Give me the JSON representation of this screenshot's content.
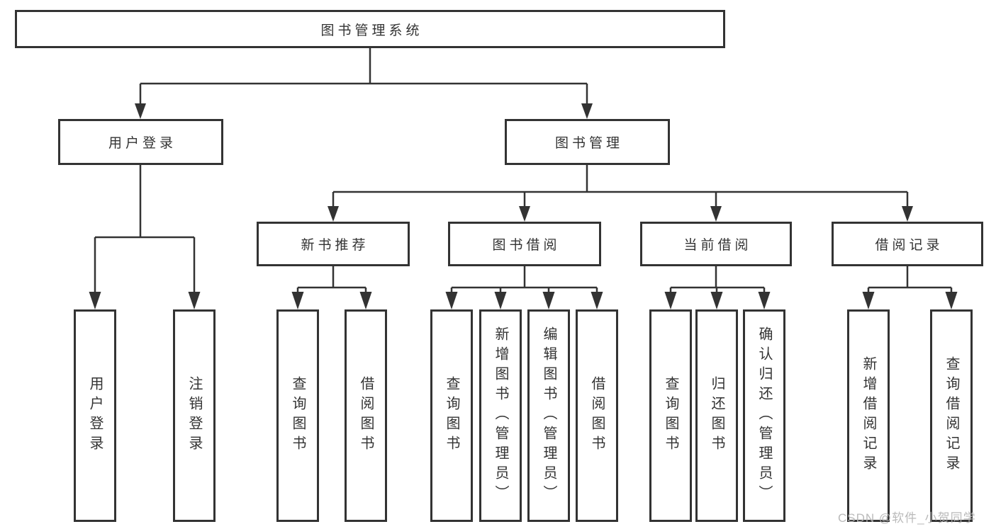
{
  "diagram": {
    "root": {
      "label": "图书管理系统"
    },
    "level2": [
      {
        "id": "user-login",
        "label": "用户登录"
      },
      {
        "id": "book-management",
        "label": "图书管理"
      }
    ],
    "level3": [
      {
        "id": "new-book-recommend",
        "label": "新书推荐",
        "parent": "book-management"
      },
      {
        "id": "book-borrow",
        "label": "图书借阅",
        "parent": "book-management"
      },
      {
        "id": "current-borrow",
        "label": "当前借阅",
        "parent": "book-management"
      },
      {
        "id": "borrow-records",
        "label": "借阅记录",
        "parent": "book-management"
      }
    ],
    "leaves": [
      {
        "parent": "user-login",
        "label": "用户登录"
      },
      {
        "parent": "user-login",
        "label": "注销登录"
      },
      {
        "parent": "new-book-recommend",
        "label": "查询图书"
      },
      {
        "parent": "new-book-recommend",
        "label": "借阅图书"
      },
      {
        "parent": "book-borrow",
        "label": "查询图书"
      },
      {
        "parent": "book-borrow",
        "label": "新增图书（管理员）"
      },
      {
        "parent": "book-borrow",
        "label": "编辑图书（管理员）"
      },
      {
        "parent": "book-borrow",
        "label": "借阅图书"
      },
      {
        "parent": "current-borrow",
        "label": "查询图书"
      },
      {
        "parent": "current-borrow",
        "label": "归还图书"
      },
      {
        "parent": "current-borrow",
        "label": "确认归还（管理员）"
      },
      {
        "parent": "borrow-records",
        "label": "新增借阅记录"
      },
      {
        "parent": "borrow-records",
        "label": "查询借阅记录"
      }
    ]
  },
  "watermark": "CSDN @软件_小贺同学",
  "colors": {
    "line": "#333333",
    "border": "#333333",
    "text": "#333333",
    "watermark": "#b3b3b3",
    "background": "#ffffff"
  }
}
